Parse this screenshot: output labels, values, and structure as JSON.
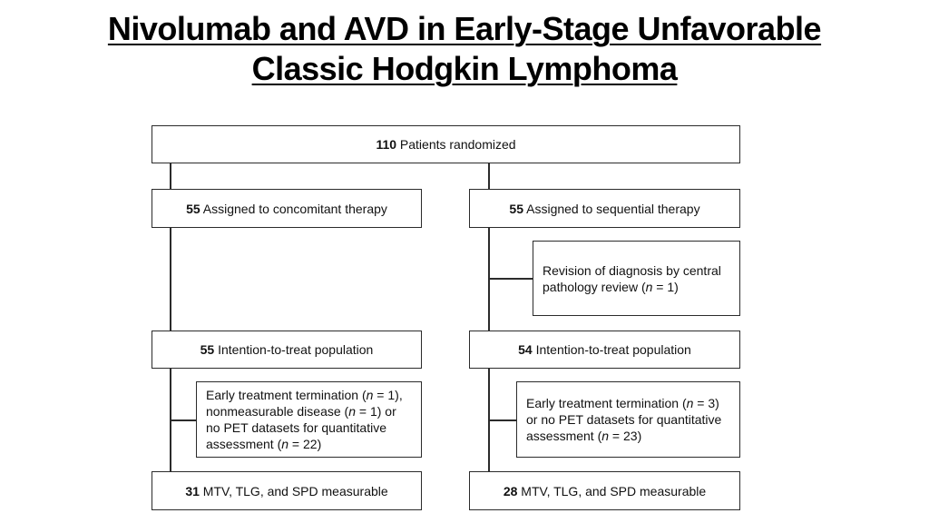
{
  "title": {
    "line1": "Nivolumab and AVD in Early-Stage Unfavorable",
    "line2": "Classic Hodgkin Lymphoma"
  },
  "randomized": {
    "count": "110",
    "text": " Patients randomized"
  },
  "concomitant": {
    "assigned": {
      "count": "55",
      "text": " Assigned to concomitant therapy"
    },
    "itt": {
      "count": "55",
      "text": " Intention-to-treat population"
    },
    "exclusion": {
      "line1_a": "Early treatment termination (",
      "n": "n",
      "line1_b": " = 1),",
      "line2_a": "nonmeasurable disease (",
      "line2_b": " = 1) or",
      "line3": "no PET datasets for quantitative",
      "line4_a": "assessment (",
      "line4_b": " = 22)"
    },
    "measurable": {
      "count": "31",
      "text": " MTV, TLG, and SPD measurable"
    }
  },
  "sequential": {
    "assigned": {
      "count": "55",
      "text": " Assigned to sequential therapy"
    },
    "revision": {
      "line1": "Revision of diagnosis by central",
      "line2_a": "pathology review (",
      "n": "n",
      "line2_b": " = 1)"
    },
    "itt": {
      "count": "54",
      "text": " Intention-to-treat population"
    },
    "exclusion": {
      "line1_a": "Early treatment termination (",
      "n": "n",
      "line1_b": " = 3)",
      "line2": "or no PET datasets for quantitative",
      "line3_a": "assessment (",
      "line3_b": " = 23)"
    },
    "measurable": {
      "count": "28",
      "text": " MTV, TLG, and SPD measurable"
    }
  }
}
